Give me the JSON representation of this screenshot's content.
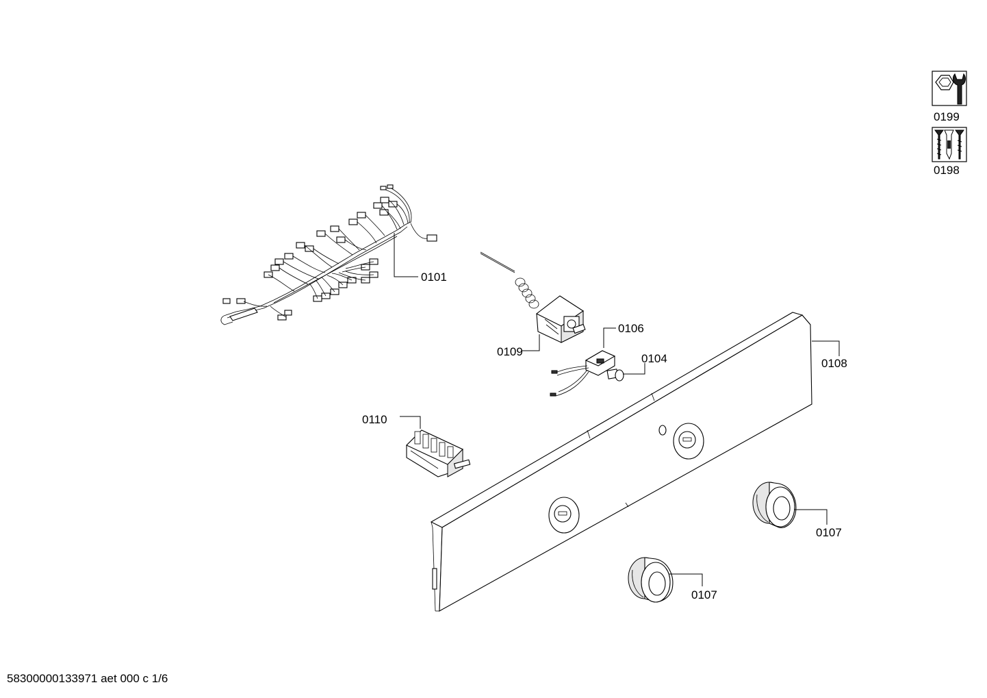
{
  "callouts": {
    "wiring_harness": "0101",
    "thermostat": "0109",
    "indicator_lamp": "0106",
    "lamp_knob": "0104",
    "control_panel": "0108",
    "selector_switch": "0110",
    "knob_right": "0107",
    "knob_bottom": "0107",
    "service_tools": "0199",
    "fasteners": "0198"
  },
  "footer": {
    "document_id": "58300000133971 aet 000 c 1/6"
  }
}
